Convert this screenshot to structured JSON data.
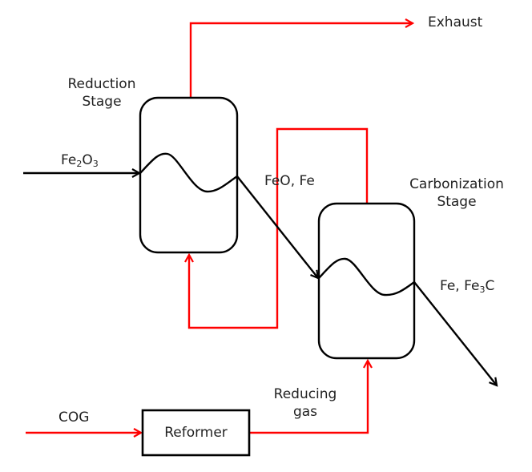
{
  "diagram": {
    "colors": {
      "solid_flow": "#000000",
      "gas_flow": "#ff0000",
      "text": "#222222"
    },
    "units": {
      "reduction": {
        "label_line1": "Reduction",
        "label_line2": "Stage"
      },
      "carbonization": {
        "label_line1": "Carbonization",
        "label_line2": "Stage"
      },
      "reformer": {
        "label": "Reformer"
      }
    },
    "streams": {
      "exhaust": {
        "label": "Exhaust"
      },
      "feed": {
        "prefix": "Fe",
        "sub1": "2",
        "mid": "O",
        "sub2": "3"
      },
      "intermediate": {
        "label": "FeO, Fe"
      },
      "product": {
        "prefix": "Fe, Fe",
        "sub": "3",
        "suffix": "C"
      },
      "cog": {
        "label": "COG"
      },
      "reducing_gas": {
        "label_line1": "Reducing",
        "label_line2": "gas"
      }
    }
  }
}
